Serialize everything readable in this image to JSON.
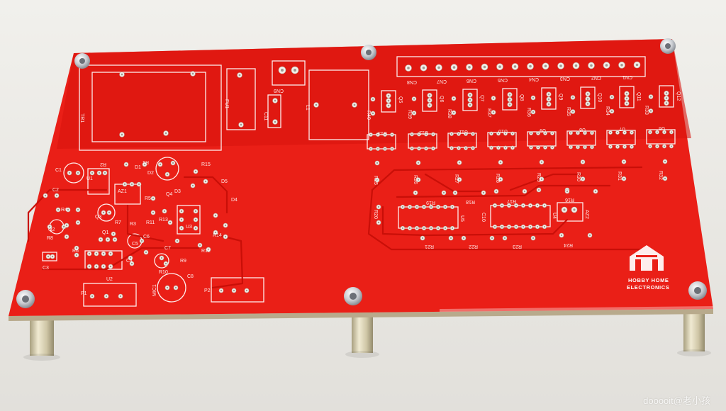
{
  "scene": {
    "background_color": "#e9e7e3",
    "board_color": "#ea1f17",
    "board_shade_color": "#d8140e",
    "pad_color": "#f3f0ea"
  },
  "board": {
    "component_labels": [
      "TR1",
      "FU1",
      "CN9",
      "C11",
      "L1",
      "CN8",
      "CN7",
      "CN6",
      "CN5",
      "CN4",
      "CN3",
      "CN2",
      "CN1",
      "R40",
      "R39",
      "R38",
      "R37",
      "R36",
      "R35",
      "R34",
      "R33",
      "Q5",
      "Q6",
      "Q7",
      "Q8",
      "Q9",
      "Q10",
      "Q11",
      "Q12",
      "U13",
      "U12",
      "U11",
      "U10",
      "U9",
      "U8",
      "U7",
      "U6",
      "R25",
      "R26",
      "R27",
      "R28",
      "R29",
      "R30",
      "R31",
      "R32",
      "R19",
      "R18",
      "R17",
      "R16",
      "R20",
      "R21",
      "R22",
      "R23",
      "R24",
      "U5",
      "U4",
      "C10",
      "AZ2",
      "R2",
      "R1",
      "R3",
      "R4",
      "R5",
      "R6",
      "R7",
      "R8",
      "R9",
      "R10",
      "R11",
      "R12",
      "R13",
      "R14",
      "R15",
      "C1",
      "C2",
      "C3",
      "C4",
      "C5",
      "C6",
      "C7",
      "C8",
      "U1",
      "U2",
      "U3",
      "Q1",
      "Q2",
      "Q3",
      "Q4",
      "AZ1",
      "D1",
      "D2",
      "D3",
      "D4",
      "D5",
      "P1",
      "P2",
      "MIC1"
    ],
    "logo_line1": "HOBBY HOME",
    "logo_line2": "ELECTRONICS"
  },
  "watermark": "dooooit@老小孩"
}
